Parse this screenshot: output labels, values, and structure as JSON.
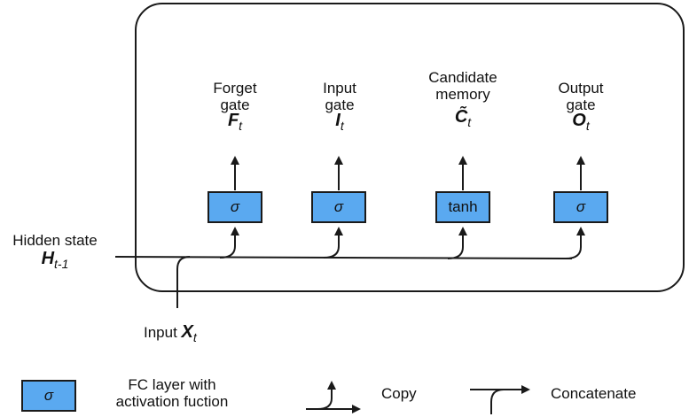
{
  "colors": {
    "box_fill": "#5aa9f0",
    "stroke": "#1a1a1a"
  },
  "gates": [
    {
      "title": "Forget\ngate",
      "symbol": "F",
      "subscript": "t",
      "activation": "σ"
    },
    {
      "title": "Input\ngate",
      "symbol": "I",
      "subscript": "t",
      "activation": "σ"
    },
    {
      "title": "Candidate\nmemory",
      "symbol": "C̃",
      "subscript": "t",
      "activation": "tanh"
    },
    {
      "title": "Output\ngate",
      "symbol": "O",
      "subscript": "t",
      "activation": "σ"
    }
  ],
  "hidden_state": {
    "label": "Hidden state",
    "symbol": "H",
    "subscript": "t-1"
  },
  "input": {
    "label": "Input",
    "symbol": "X",
    "subscript": "t"
  },
  "legend": {
    "fc_symbol": "σ",
    "fc_label_line1": "FC layer with",
    "fc_label_line2": "activation fuction",
    "copy_label": "Copy",
    "concat_label": "Concatenate"
  }
}
